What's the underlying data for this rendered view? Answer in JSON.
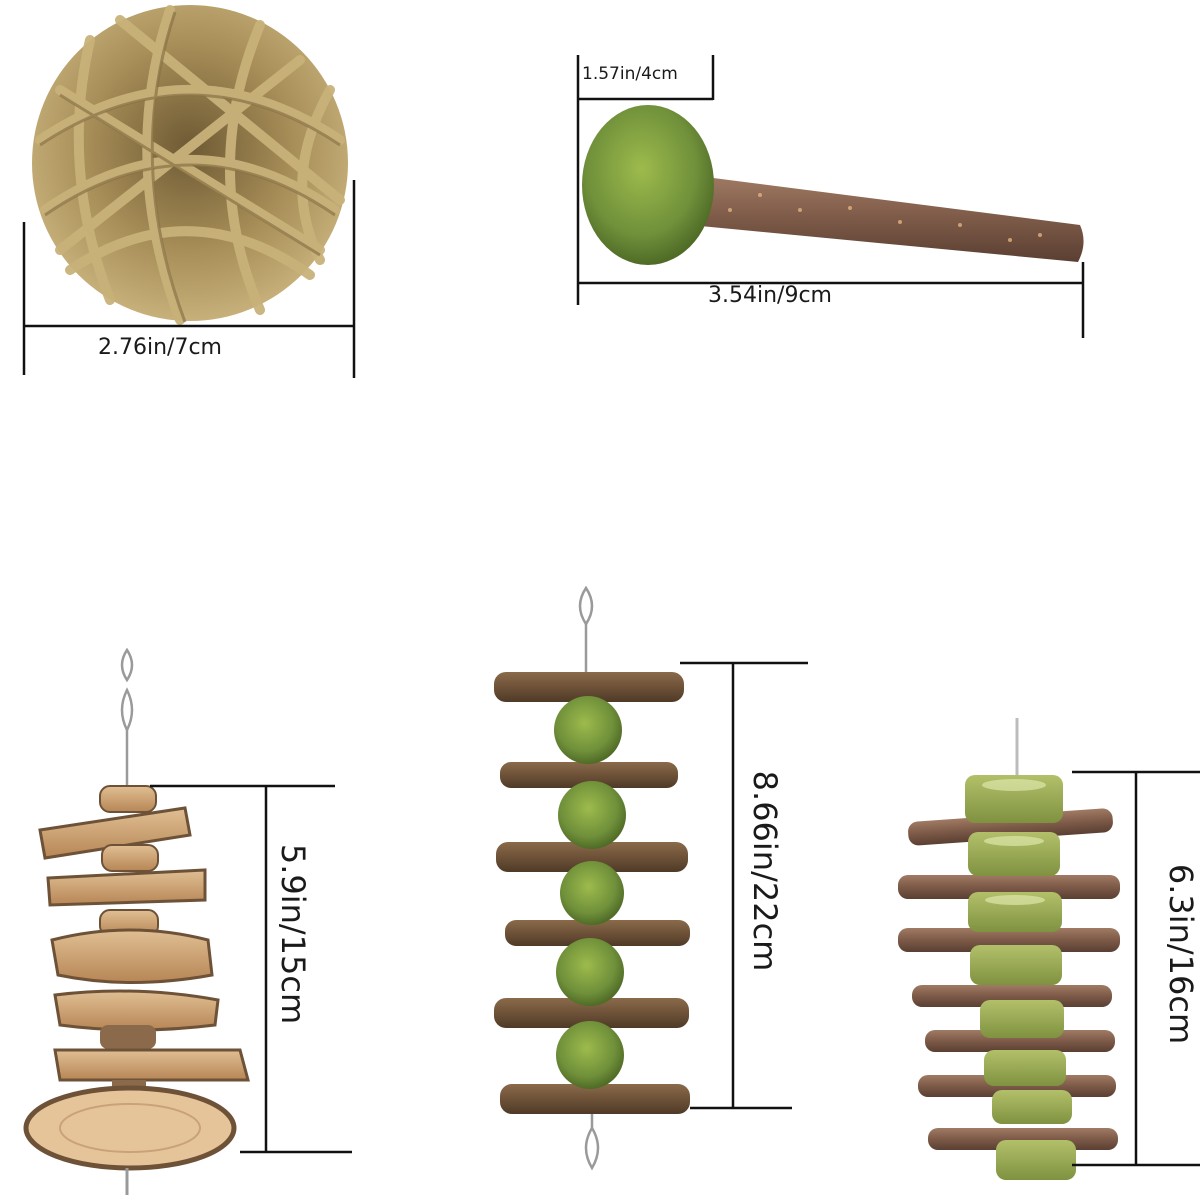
{
  "products": [
    {
      "name": "grass-ball",
      "dimension": "2.76in/7cm"
    },
    {
      "name": "grass-stick-lollipop",
      "dimension_head": "1.57in/4cm",
      "dimension_length": "3.54in/9cm"
    },
    {
      "name": "wood-slice-stack",
      "dimension": "5.9in/15cm"
    },
    {
      "name": "stick-and-grass-ball-ladder",
      "dimension": "8.66in/22cm"
    },
    {
      "name": "stick-and-grass-ring-skewer",
      "dimension": "6.3in/16cm"
    }
  ],
  "colors": {
    "grass_ball_straw": "#b39a66",
    "grass_green": "#6f8f3a",
    "ring_green": "#9aab55",
    "wood_bark": "#6e5238",
    "wood_slice": "#c89d72",
    "line": "#111111"
  }
}
